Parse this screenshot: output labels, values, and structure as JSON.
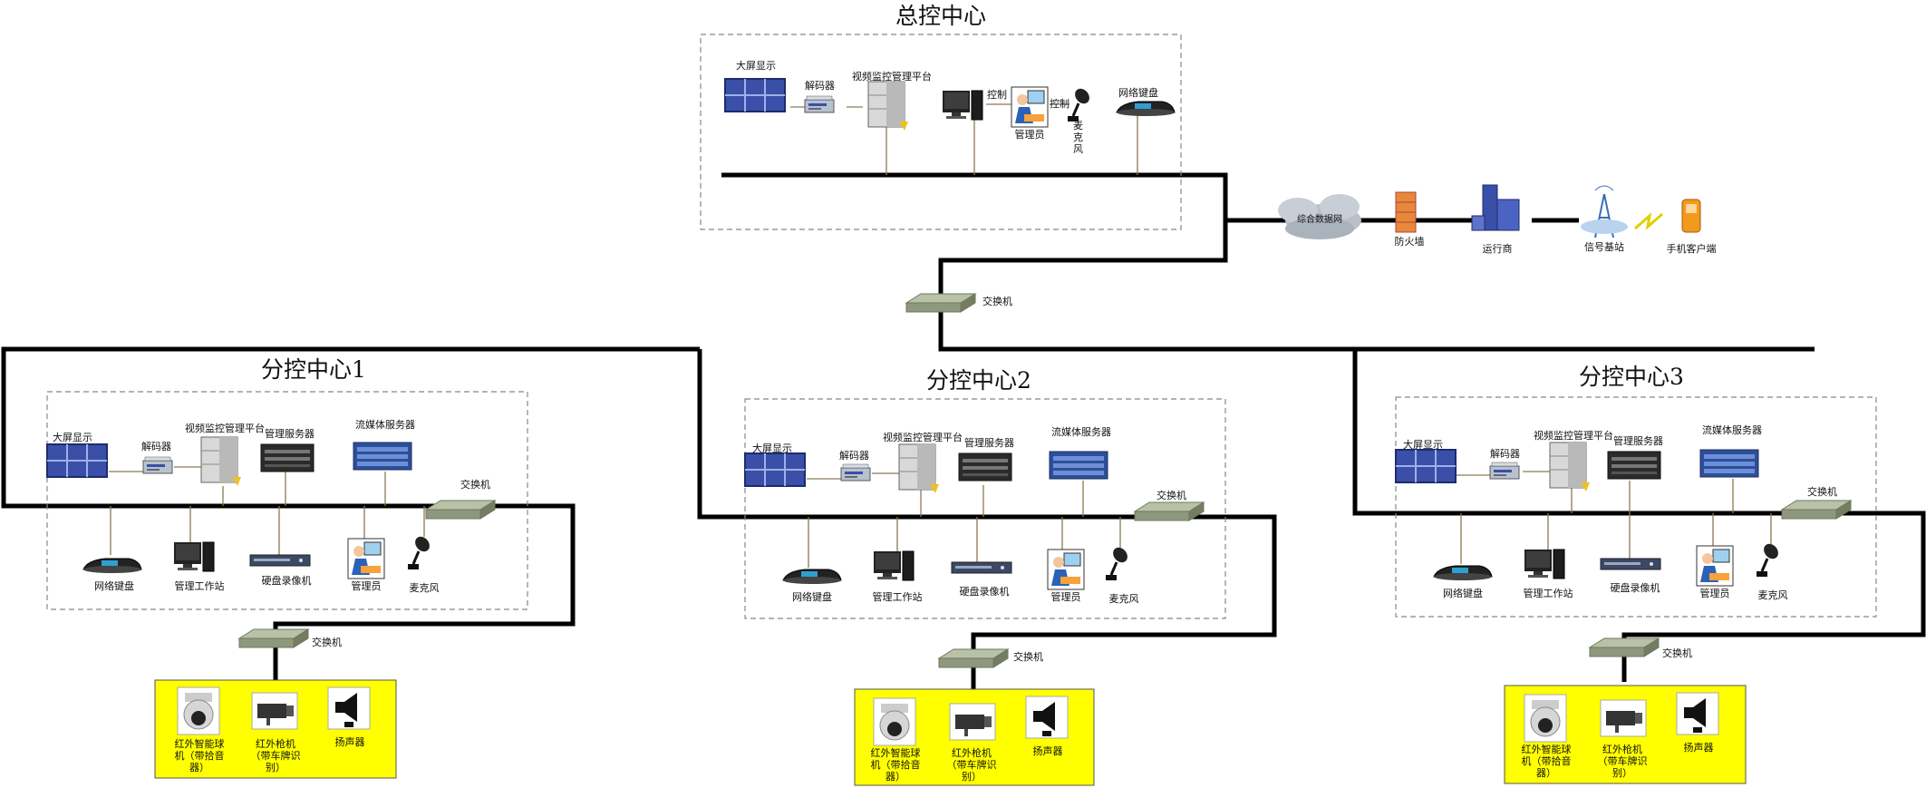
{
  "center": {
    "title": "总控中心",
    "big_screen": "大屏显示",
    "decoder": "解码器",
    "platform": "视频监控管理平台",
    "control1": "控制",
    "control2": "控制",
    "admin": "管理员",
    "mic": "麦克风",
    "keyboard": "网络键盘"
  },
  "network": {
    "cloud": "综合数据网",
    "firewall": "防火墙",
    "operator": "运行商",
    "base_station": "信号基站",
    "mobile": "手机客户端",
    "switch": "交换机"
  },
  "branches": [
    {
      "title": "分控中心1",
      "big_screen": "大屏显示",
      "decoder": "解码器",
      "platform": "视频监控管理平台",
      "mgmt_server": "管理服务器",
      "stream_server": "流媒体服务器",
      "switch": "交换机",
      "keyboard": "网络键盘",
      "workstation": "管理工作站",
      "dvr": "硬盘录像机",
      "admin": "管理员",
      "mic": "麦克风",
      "field_switch": "交换机",
      "field": {
        "dome": "红外智能球机（带拾音器）",
        "bullet": "红外枪机（带车牌识别）",
        "speaker": "扬声器"
      }
    },
    {
      "title": "分控中心2",
      "big_screen": "大屏显示",
      "decoder": "解码器",
      "platform": "视频监控管理平台",
      "mgmt_server": "管理服务器",
      "stream_server": "流媒体服务器",
      "switch": "交换机",
      "keyboard": "网络键盘",
      "workstation": "管理工作站",
      "dvr": "硬盘录像机",
      "admin": "管理员",
      "mic": "麦克风",
      "field_switch": "交换机",
      "field": {
        "dome": "红外智能球机（带拾音器）",
        "bullet": "红外枪机（带车牌识别）",
        "speaker": "扬声器"
      }
    },
    {
      "title": "分控中心3",
      "big_screen": "大屏显示",
      "decoder": "解码器",
      "platform": "视频监控管理平台",
      "mgmt_server": "管理服务器",
      "stream_server": "流媒体服务器",
      "switch": "交换机",
      "keyboard": "网络键盘",
      "workstation": "管理工作站",
      "dvr": "硬盘录像机",
      "admin": "管理员",
      "mic": "麦克风",
      "field_switch": "交换机",
      "field": {
        "dome": "红外智能球机（带拾音器）",
        "bullet": "红外枪机（带车牌识别）",
        "speaker": "扬声器"
      }
    }
  ],
  "colors": {
    "line": "#000000",
    "screen": "#3a4fa8",
    "field_bg": "#ffff00",
    "dashed": "#888888",
    "switch": "#9aa38a",
    "cloud": "#b9c0c8",
    "firewall": "#e8883a"
  }
}
